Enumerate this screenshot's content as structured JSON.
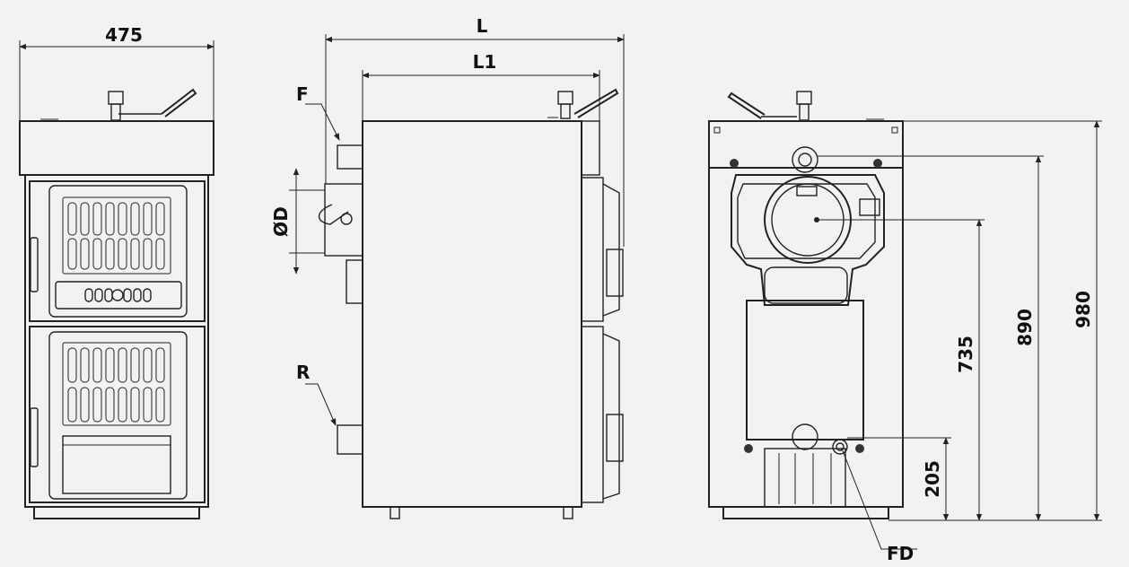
{
  "diagram": {
    "front_view": {
      "width_label": "475"
    },
    "side_view": {
      "overall_length_label": "L",
      "body_length_label": "L1",
      "flow_label": "F",
      "return_label": "R",
      "flue_diameter_label": "ØD"
    },
    "rear_view": {
      "height_total_label": "980",
      "height_flow_label": "890",
      "height_flue_label": "735",
      "height_drain_label": "205",
      "drain_label": "FD"
    },
    "colors": {
      "line": "#222222",
      "background": "#f2f2f2",
      "panel": "#efefef"
    }
  }
}
